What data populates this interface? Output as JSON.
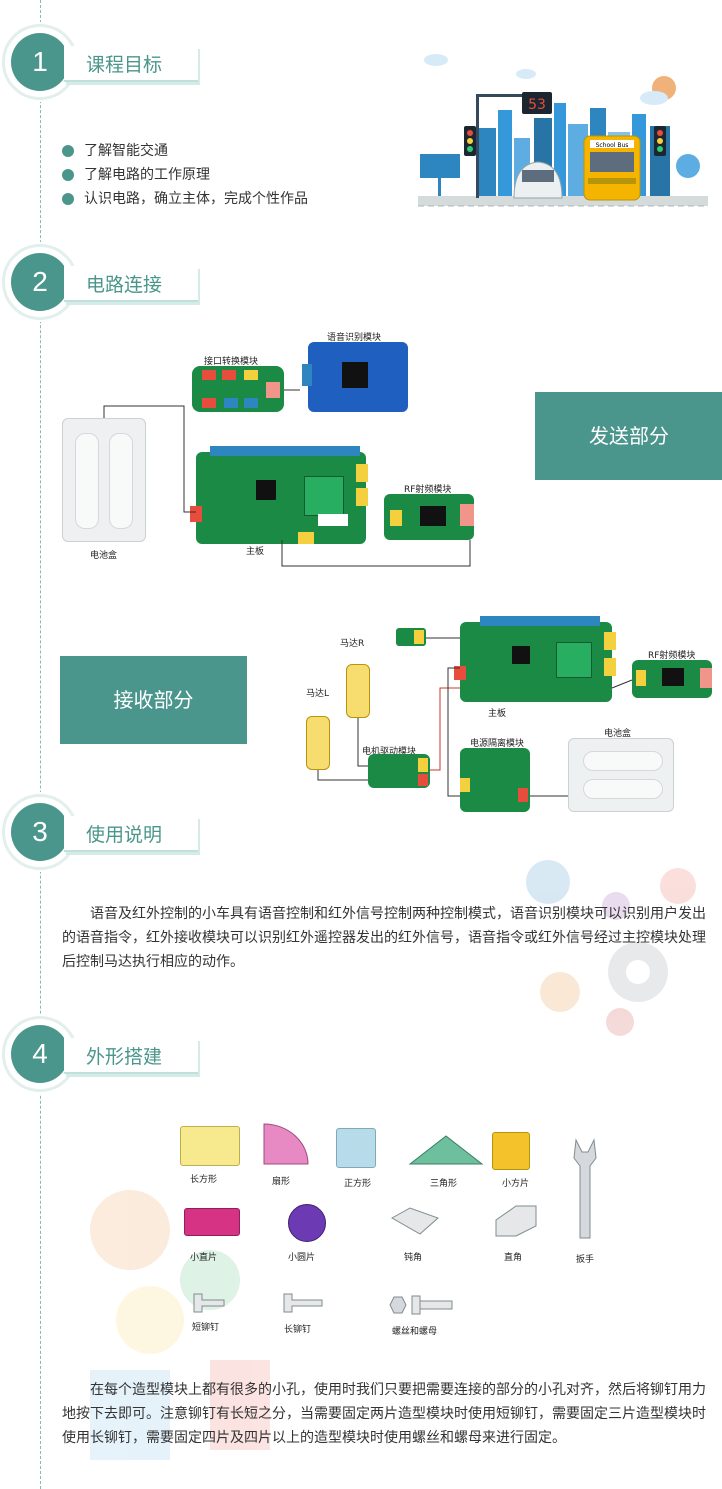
{
  "sections": [
    {
      "number": "1",
      "title": "课程目标"
    },
    {
      "number": "2",
      "title": "电路连接"
    },
    {
      "number": "3",
      "title": "使用说明"
    },
    {
      "number": "4",
      "title": "外形搭建"
    }
  ],
  "goals": [
    "了解智能交通",
    "了解电路的工作原理",
    "认识电路，确立主体，完成个性作品"
  ],
  "illustration": {
    "display_number": "53",
    "bus_sign": "School Bus"
  },
  "circuit": {
    "send_label": "发送部分",
    "receive_label": "接收部分",
    "send_parts": {
      "voice": "语音识别模块",
      "interface": "接口转换模块",
      "battery": "电池盒",
      "mainboard": "主板",
      "rf": "RF射频模块"
    },
    "receive_parts": {
      "motor_r": "马达R",
      "motor_l": "马达L",
      "motor_driver": "电机驱动模块",
      "power_isolation": "电源隔离模块",
      "mainboard": "主板",
      "rf": "RF射频模块",
      "battery": "电池盒"
    }
  },
  "usage_text": "语音及红外控制的小车具有语音控制和红外信号控制两种控制模式，语音识别模块可以识别用户发出的语音指令，红外接收模块可以识别红外遥控器发出的红外信号，语音指令或红外信号经过主控模块处理后控制马达执行相应的动作。",
  "shapes": [
    "长方形",
    "扇形",
    "正方形",
    "三角形",
    "小方片",
    "小直片",
    "小圆片",
    "钝角",
    "直角",
    "扳手",
    "短铆钉",
    "长铆钉",
    "螺丝和螺母"
  ],
  "build_text": "在每个造型模块上都有很多的小孔，使用时我们只要把需要连接的部分的小孔对齐，然后将铆钉用力地按下去即可。注意铆钉有长短之分，当需要固定两片造型模块时使用短铆钉，需要固定三片造型模块时使用长铆钉，需要固定四片及四片以上的造型模块时使用螺丝和螺母来进行固定。",
  "colors": {
    "accent": "#4b968c",
    "text": "#333333"
  }
}
